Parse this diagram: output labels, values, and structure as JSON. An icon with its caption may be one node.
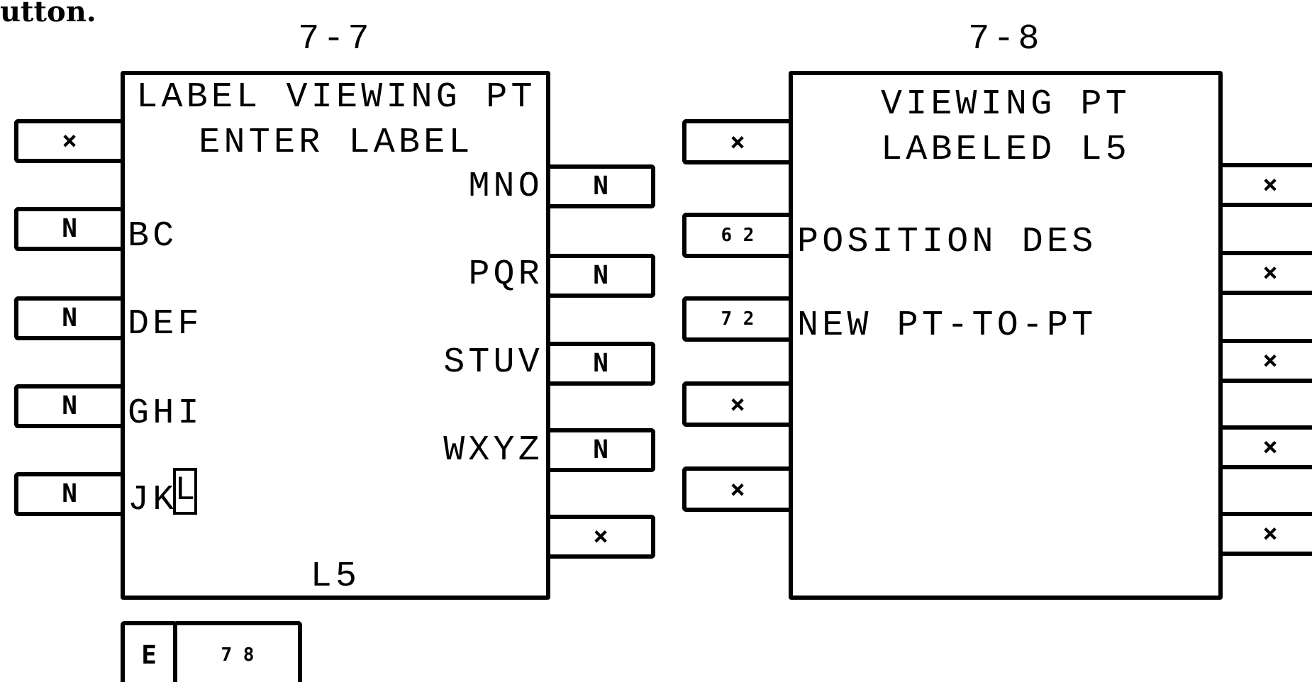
{
  "diagram": {
    "nodes": [
      {
        "text": [
          "7-7",
          "LABEL VIEWING PT ENTER LABEL",
          "MNO",
          "BC",
          "PQR",
          "DEF",
          "STUV",
          "GHI",
          "WXYZ",
          "JK",
          "L5"
        ]
      },
      {
        "text": [
          "L"
        ],
        "in": 0
      },
      {
        "text": [
          "×"
        ]
      },
      {
        "text": [
          "N"
        ]
      },
      {
        "text": [
          "N"
        ]
      },
      {
        "text": [
          "N"
        ]
      },
      {
        "text": [
          "N"
        ]
      },
      {
        "text": [
          "N"
        ]
      },
      {
        "text": [
          "N"
        ]
      },
      {
        "text": [
          "N"
        ]
      },
      {
        "text": [
          "N"
        ]
      },
      {
        "text": [
          "×"
        ]
      },
      {
        "text": [
          "E"
        ]
      },
      {
        "text": [
          "7 8"
        ]
      },
      {
        "text": [
          "7-8",
          "VIEWING PT LABELED L5",
          "POSITION DES",
          "NEW PT-TO-PT"
        ]
      },
      {
        "text": [
          "×"
        ]
      },
      {
        "text": [
          "6 2"
        ]
      },
      {
        "text": [
          "7 2"
        ]
      },
      {
        "text": [
          "×"
        ]
      },
      {
        "text": [
          "×"
        ]
      },
      {
        "text": [
          "×"
        ]
      },
      {
        "text": [
          "×"
        ]
      },
      {
        "text": [
          "×"
        ]
      },
      {
        "text": [
          "×"
        ]
      },
      {
        "text": [
          "×"
        ]
      }
    ],
    "labels": [
      "utton."
    ]
  }
}
